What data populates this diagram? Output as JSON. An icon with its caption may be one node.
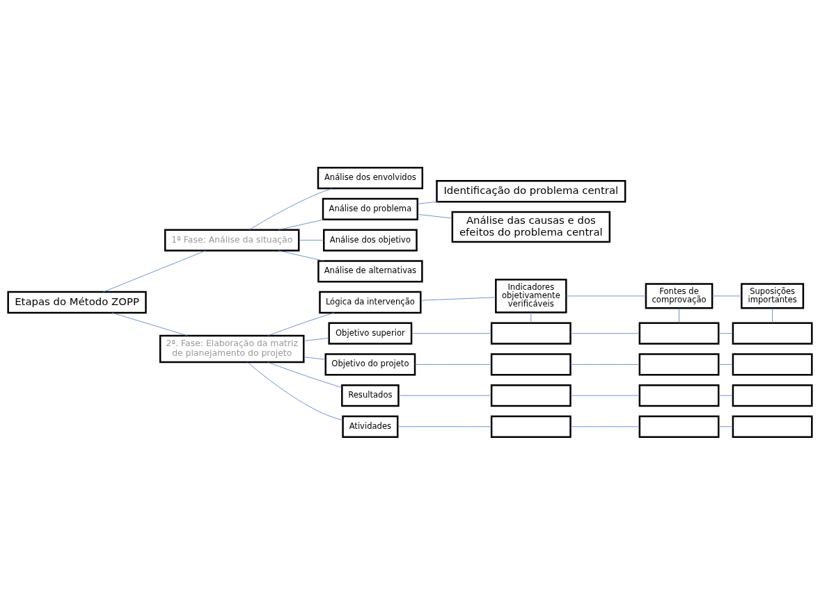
{
  "diagram": {
    "nodes": [
      {
        "text": [
          "Etapas do Método ZOPP"
        ]
      },
      {
        "text": [
          "1ª Fase: Análise da situação"
        ]
      },
      {
        "text": [
          "Análise dos envolvidos"
        ]
      },
      {
        "text": [
          "Análise do problema"
        ]
      },
      {
        "text": [
          "Identificação do problema central"
        ]
      },
      {
        "text": [
          "Análise das causas e dos efeitos do problema central"
        ]
      },
      {
        "text": [
          "Análise dos objetivo"
        ]
      },
      {
        "text": [
          "Análise de alternativas"
        ]
      },
      {
        "text": [
          "2ª. Fase: Elaboração da matriz de planejamento do projeto"
        ]
      },
      {
        "text": [
          "Lógica da intervenção"
        ]
      },
      {
        "text": [
          "Indicadores objetivamente verificáveis"
        ]
      },
      {
        "text": [
          "Fontes de comprovação"
        ]
      },
      {
        "text": [
          "Suposições importantes"
        ]
      },
      {
        "text": [
          "Objetivo superior"
        ]
      },
      {
        "text": [],
        "shape": "box"
      },
      {
        "text": [],
        "shape": "box"
      },
      {
        "text": [],
        "shape": "box"
      },
      {
        "text": [
          "Objetivo do projeto"
        ]
      },
      {
        "text": [],
        "shape": "box"
      },
      {
        "text": [],
        "shape": "box"
      },
      {
        "text": [],
        "shape": "box"
      },
      {
        "text": [
          "Resultados"
        ]
      },
      {
        "text": [],
        "shape": "box"
      },
      {
        "text": [],
        "shape": "box"
      },
      {
        "text": [],
        "shape": "box"
      },
      {
        "text": [
          "Atividades"
        ]
      },
      {
        "text": [],
        "shape": "box"
      },
      {
        "text": [],
        "shape": "box"
      },
      {
        "text": [],
        "shape": "box"
      }
    ],
    "edges": [
      {
        "from": 0,
        "to": 1,
        "arrow": "none"
      },
      {
        "from": 0,
        "to": 8,
        "arrow": "none"
      },
      {
        "from": 1,
        "to": 2,
        "arrow": "none"
      },
      {
        "from": 1,
        "to": 3,
        "arrow": "none"
      },
      {
        "from": 1,
        "to": 6,
        "arrow": "none"
      },
      {
        "from": 1,
        "to": 7,
        "arrow": "none"
      },
      {
        "from": 3,
        "to": 4,
        "arrow": "none"
      },
      {
        "from": 3,
        "to": 5,
        "arrow": "none"
      },
      {
        "from": 8,
        "to": 9,
        "arrow": "none"
      },
      {
        "from": 8,
        "to": 13,
        "arrow": "none"
      },
      {
        "from": 8,
        "to": 17,
        "arrow": "none"
      },
      {
        "from": 8,
        "to": 21,
        "arrow": "none"
      },
      {
        "from": 8,
        "to": 25,
        "arrow": "none"
      },
      {
        "from": 9,
        "to": 10,
        "arrow": "none"
      },
      {
        "from": 10,
        "to": 11,
        "arrow": "none"
      },
      {
        "from": 11,
        "to": 12,
        "arrow": "none"
      },
      {
        "from": 10,
        "to": 14,
        "arrow": "none"
      },
      {
        "from": 11,
        "to": 15,
        "arrow": "none"
      },
      {
        "from": 12,
        "to": 16,
        "arrow": "none"
      },
      {
        "from": 13,
        "to": 14,
        "arrow": "none"
      },
      {
        "from": 14,
        "to": 15,
        "arrow": "none"
      },
      {
        "from": 15,
        "to": 16,
        "arrow": "none"
      },
      {
        "from": 17,
        "to": 18,
        "arrow": "none"
      },
      {
        "from": 18,
        "to": 19,
        "arrow": "none"
      },
      {
        "from": 19,
        "to": 20,
        "arrow": "none"
      },
      {
        "from": 21,
        "to": 22,
        "arrow": "none"
      },
      {
        "from": 22,
        "to": 23,
        "arrow": "none"
      },
      {
        "from": 23,
        "to": 24,
        "arrow": "none"
      },
      {
        "from": 25,
        "to": 26,
        "arrow": "none"
      },
      {
        "from": 26,
        "to": 27,
        "arrow": "none"
      },
      {
        "from": 27,
        "to": 28,
        "arrow": "none"
      }
    ]
  }
}
